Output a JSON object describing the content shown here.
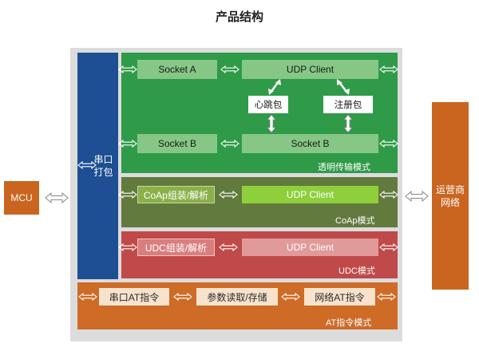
{
  "title": "产品结构",
  "mcu": {
    "label": "MCU"
  },
  "carrier": {
    "line1": "运营商",
    "line2": "网络"
  },
  "serial_pack": {
    "line1": "串口",
    "line2": "打包"
  },
  "transparent_mode": {
    "label": "透明传输模式",
    "socket_a": "Socket  A",
    "udp_client": "UDP Client",
    "heartbeat": "心跳包",
    "register": "注册包",
    "socket_b_left": "Socket  B",
    "socket_b_right": "Socket  B"
  },
  "coap_mode": {
    "label": "CoAp模式",
    "codec": "CoAp组装/解析",
    "udp_client": "UDP Client"
  },
  "udc_mode": {
    "label": "UDC模式",
    "codec": "UDC组装/解析",
    "udp_client": "UDP Client"
  },
  "at_mode": {
    "label": "AT指令模式",
    "serial_at": "串口AT指令",
    "param_rw": "参数读取/存储",
    "network_at": "网络AT指令"
  },
  "colors": {
    "orange": "#c9651e",
    "blue": "#1e4f94",
    "green": "#2f9a48",
    "olive": "#627a3d",
    "red": "#bf4a49",
    "at_orange": "#cd6b27"
  }
}
